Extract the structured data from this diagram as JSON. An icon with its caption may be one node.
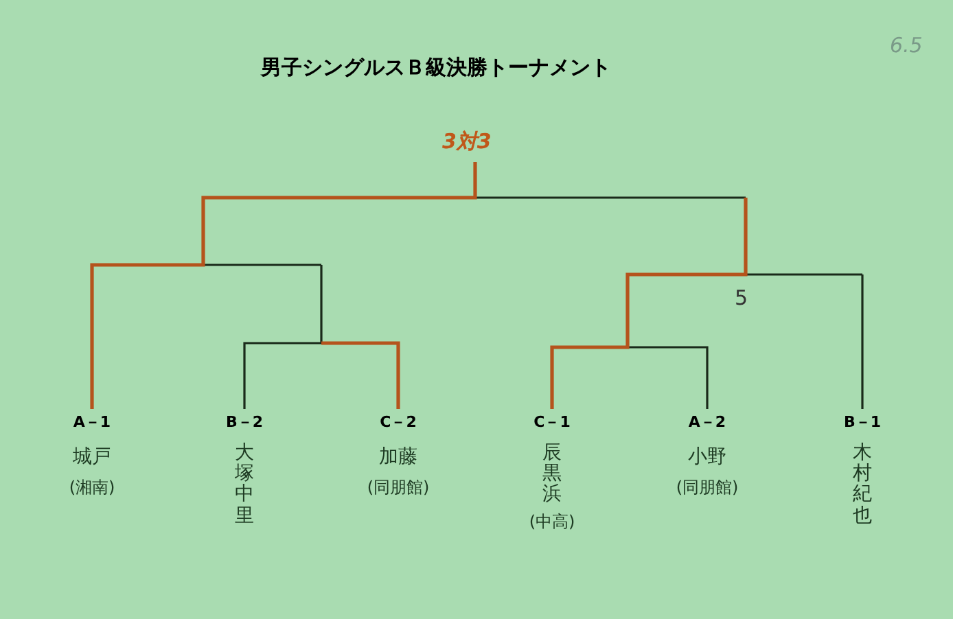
{
  "diagram": {
    "title": "男子シングルスＢ級決勝トーナメント",
    "nodes": [
      {
        "text": [
          "A－1",
          "城戸",
          "(湘南)"
        ]
      },
      {
        "text": [
          "B－2",
          "大塚中里"
        ]
      },
      {
        "text": [
          "C－2",
          "加藤",
          "(同朋館)"
        ]
      },
      {
        "text": [
          "C－1",
          "辰黒浜",
          "(中高)"
        ]
      },
      {
        "text": [
          "A－2",
          "小野",
          "(同朋館)"
        ]
      },
      {
        "text": [
          "B－1",
          "木村紀也"
        ]
      }
    ],
    "edges": [
      {
        "from": 1,
        "to": 2,
        "arrow": "none"
      },
      {
        "from": 3,
        "to": 4,
        "arrow": "none"
      }
    ],
    "labels": [
      "6.5",
      "3対3",
      "5"
    ]
  }
}
